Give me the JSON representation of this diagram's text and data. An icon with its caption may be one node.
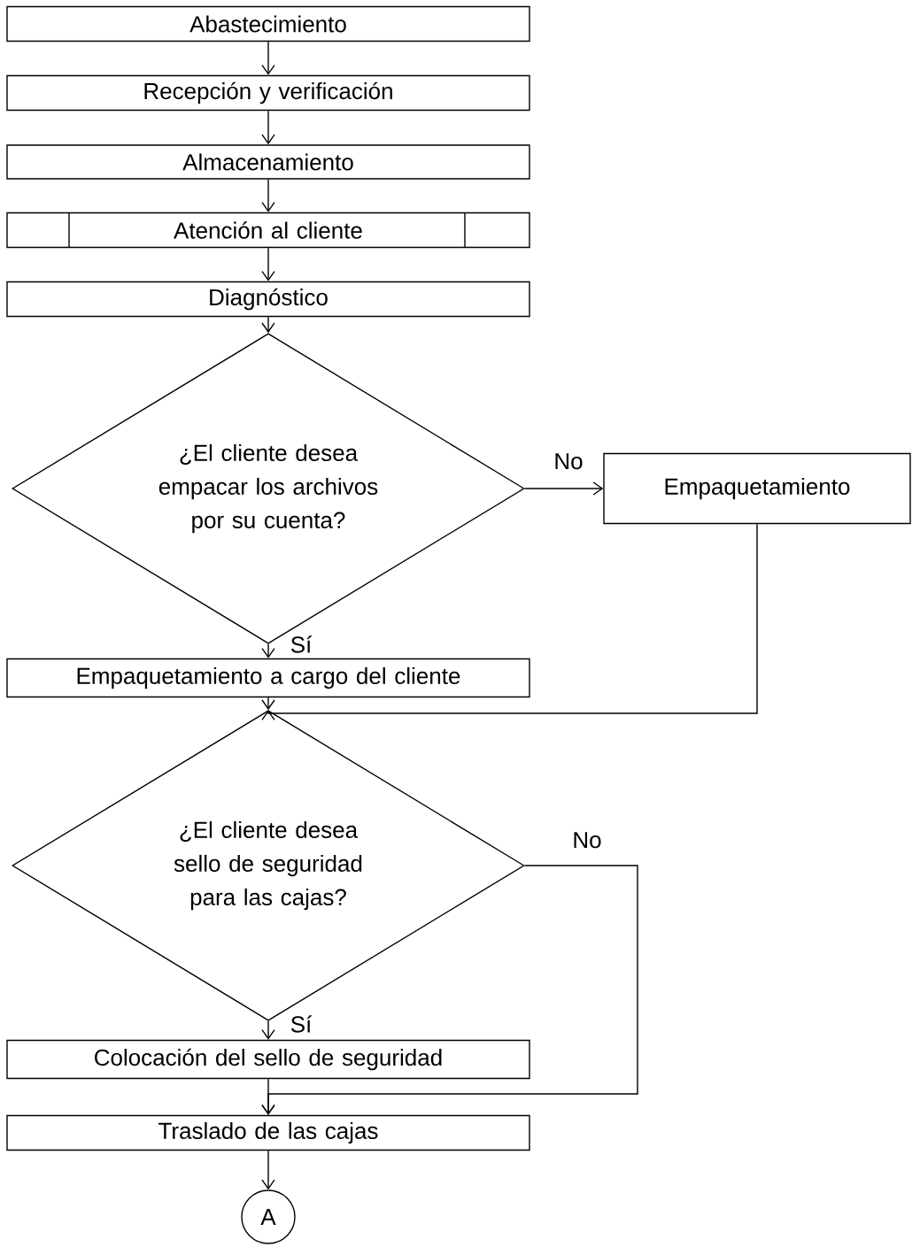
{
  "diagram": {
    "nodes": [
      {
        "text": [
          "Abastecimiento"
        ]
      },
      {
        "text": [
          "Recepción y verificación"
        ]
      },
      {
        "text": [
          "Almacenamiento"
        ]
      },
      {
        "text": [
          "Atención al cliente"
        ]
      },
      {
        "text": [
          "Diagnóstico"
        ]
      },
      {
        "text": [
          "¿El cliente desea empacar los archivos por su cuenta?"
        ]
      },
      {
        "text": [
          "Empaquetamiento"
        ]
      },
      {
        "text": [
          "Empaquetamiento a cargo del cliente"
        ]
      },
      {
        "text": [
          "¿El cliente desea sello de seguridad para las cajas?"
        ]
      },
      {
        "text": [
          "Colocación del sello de seguridad"
        ]
      },
      {
        "text": [
          "Traslado de las cajas"
        ]
      },
      {
        "text": [
          "A"
        ]
      }
    ],
    "edges": [
      {
        "from": 0,
        "to": 1,
        "arrow": "to"
      },
      {
        "from": 1,
        "to": 2,
        "arrow": "to"
      },
      {
        "from": 2,
        "to": 3,
        "arrow": "to"
      },
      {
        "from": 3,
        "to": 4,
        "arrow": "to"
      },
      {
        "from": 4,
        "to": 5,
        "arrow": "to"
      },
      {
        "from": 5,
        "to": 6,
        "arrow": "to",
        "label": "No"
      },
      {
        "from": 5,
        "to": 7,
        "arrow": "to",
        "label": "Sí"
      },
      {
        "from": 7,
        "to": 8,
        "arrow": "to"
      },
      {
        "from": 6,
        "to": 8,
        "arrow": "to"
      },
      {
        "from": 8,
        "to": 9,
        "arrow": "to",
        "label": "Sí"
      },
      {
        "from": 8,
        "to": 10,
        "arrow": "to",
        "label": "No"
      },
      {
        "from": 9,
        "to": 10,
        "arrow": "to"
      },
      {
        "from": 10,
        "to": 11,
        "arrow": "to"
      }
    ]
  }
}
